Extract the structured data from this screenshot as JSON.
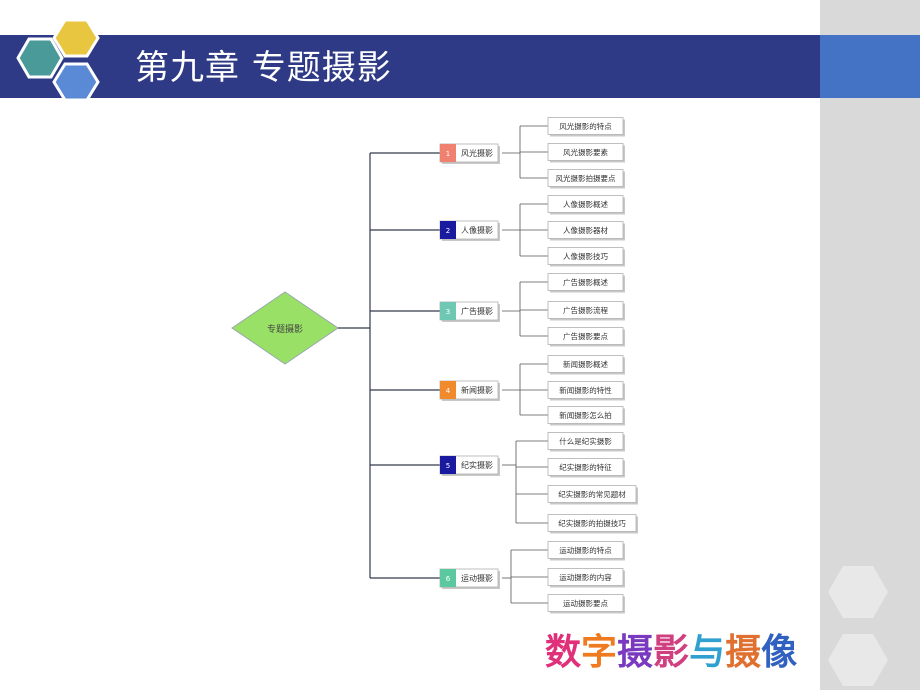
{
  "slide": {
    "title": "第九章 专题摄影"
  },
  "colors": {
    "title_bar": "#2e3a86",
    "accent": "#4472c4",
    "hex_teal": "#4a9a9a",
    "hex_gold": "#e8c640",
    "hex_blue": "#5a8ad6",
    "panel_gray": "#d9d9d9",
    "root_fill": "#99e066"
  },
  "mindmap": {
    "root": "专题摄影",
    "branches": [
      {
        "num": "1",
        "label": "风光摄影",
        "color": "#f08070",
        "children": [
          "风光摄影的特点",
          "风光摄影要素",
          "风光摄影拍摄要点"
        ]
      },
      {
        "num": "2",
        "label": "人像摄影",
        "color": "#1a1aa0",
        "children": [
          "人像摄影概述",
          "人像摄影器材",
          "人像摄影技巧"
        ]
      },
      {
        "num": "3",
        "label": "广告摄影",
        "color": "#6ec8b4",
        "children": [
          "广告摄影概述",
          "广告摄影流程",
          "广告摄影要点"
        ]
      },
      {
        "num": "4",
        "label": "新闻摄影",
        "color": "#f08a2a",
        "children": [
          "新闻摄影概述",
          "新闻摄影的特性",
          "新闻摄影怎么拍"
        ]
      },
      {
        "num": "5",
        "label": "纪实摄影",
        "color": "#1a1aa0",
        "children": [
          "什么是纪实摄影",
          "纪实摄影的特征",
          "纪实摄影的常见题材",
          "纪实摄影的拍摄技巧"
        ]
      },
      {
        "num": "6",
        "label": "运动摄影",
        "color": "#5cc8a0",
        "children": [
          "运动摄影的特点",
          "运动摄影的内容",
          "运动摄影要点"
        ]
      }
    ]
  },
  "footer": {
    "chars": [
      "数",
      "字",
      "摄",
      "影",
      "与",
      "摄",
      "像"
    ],
    "char_colors": [
      "#e0307a",
      "#f07a20",
      "#7a3ac0",
      "#d04080",
      "#30a0d0",
      "#e07030",
      "#3060c0"
    ]
  }
}
